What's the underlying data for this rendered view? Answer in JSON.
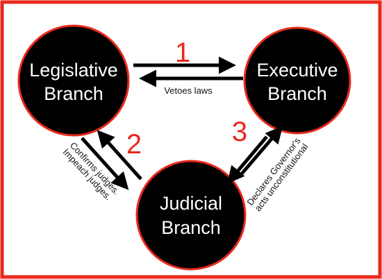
{
  "branches": {
    "legislative": {
      "line1": "Legislative",
      "line2": "Branch"
    },
    "executive": {
      "line1": "Executive",
      "line2": "Branch"
    },
    "judicial": {
      "line1": "Judicial",
      "line2": "Branch"
    }
  },
  "numbers": {
    "n1": "1",
    "n2": "2",
    "n3": "3"
  },
  "labels": {
    "vetoes": "Vetoes laws",
    "confirms": "Confirms judges.",
    "impeach": "Impeach judges.",
    "declares": "Declares Governor's",
    "acts": "acts unconstitutional"
  },
  "colors": {
    "border": "#e8291c",
    "circle_fill": "#000000",
    "circle_stroke": "#e8291c",
    "number": "#e8291c",
    "arrow": "#000000"
  }
}
